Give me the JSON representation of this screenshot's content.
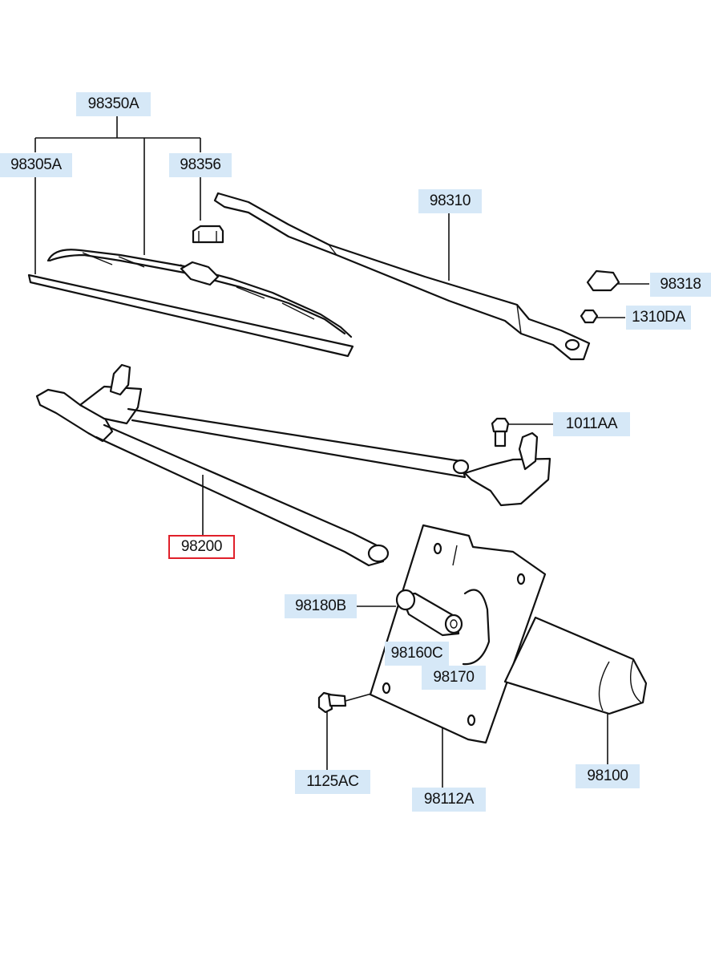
{
  "accent_colors": {
    "label_bg": "#d6e8f7",
    "highlight_border": "#e0202a"
  },
  "labels": {
    "p98350A": "98350A",
    "p98305A": "98305A",
    "p98356": "98356",
    "p98310": "98310",
    "p98318": "98318",
    "p1310DA": "1310DA",
    "p1011AA": "1011AA",
    "p98200": "98200",
    "p98180B": "98180B",
    "p98160C": "98160C",
    "p98170": "98170",
    "p1125AC": "1125AC",
    "p98112A": "98112A",
    "p98100": "98100"
  },
  "selected_part": "98200"
}
